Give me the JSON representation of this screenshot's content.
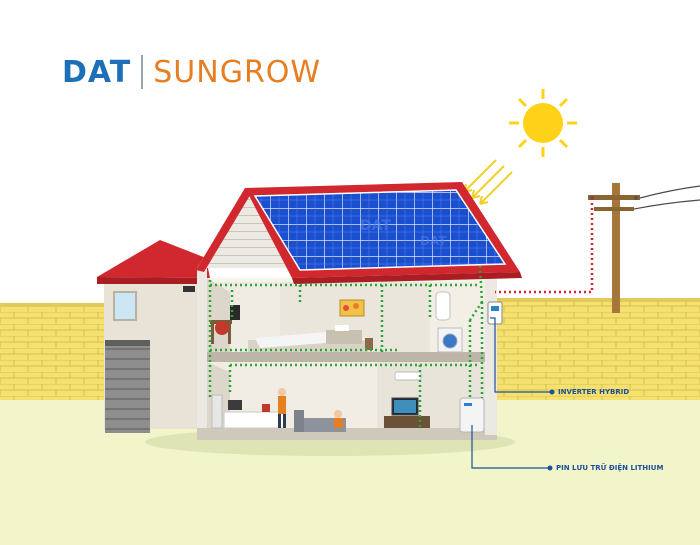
{
  "brand": {
    "left": "DAT",
    "right": "SUNGROW"
  },
  "labels": {
    "inverter": "INVERTER HYBRID",
    "battery": "PIN LƯU TRỮ ĐIỆN LITHIUM"
  },
  "watermark": "DAT",
  "colors": {
    "brand_blue": "#1d6fb8",
    "brand_orange": "#e67e22",
    "ground": "#f1f5c9",
    "wall_yellow": "#f4e16f",
    "roof_red": "#d1272f",
    "panel_blue": "#1a4fd0",
    "dc_line": "#2aa637",
    "grid_line": "#d9252a",
    "sun": "#ffd21a",
    "label_blue": "#1d4f9a"
  }
}
